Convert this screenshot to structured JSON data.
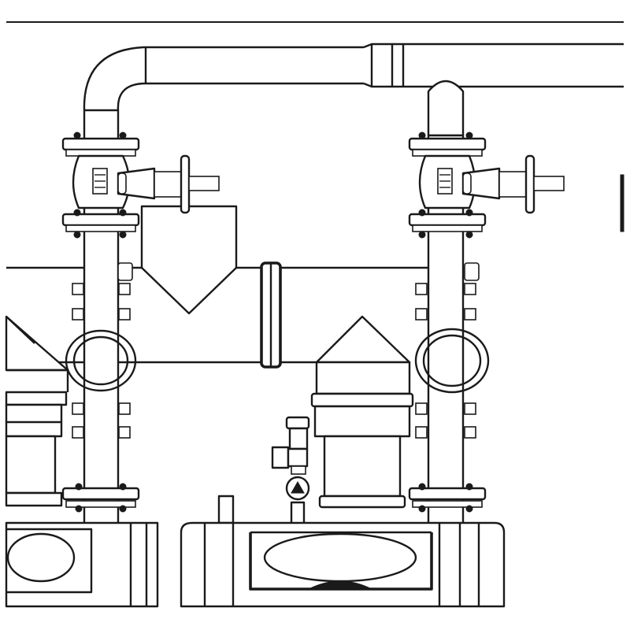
{
  "diagram": {
    "colors": {
      "line": "#1a1a1a",
      "background": "#ffffff"
    },
    "components": [
      "header-pipe",
      "left-riser-pipe",
      "right-riser-pipe",
      "left-gas-valve",
      "right-gas-valve",
      "horizontal-manifold",
      "manifold-coupling",
      "left-burner-fan",
      "right-burner-fan",
      "flue-collar",
      "pressure-relief-valve",
      "left-boiler-section",
      "center-boiler-section"
    ]
  }
}
